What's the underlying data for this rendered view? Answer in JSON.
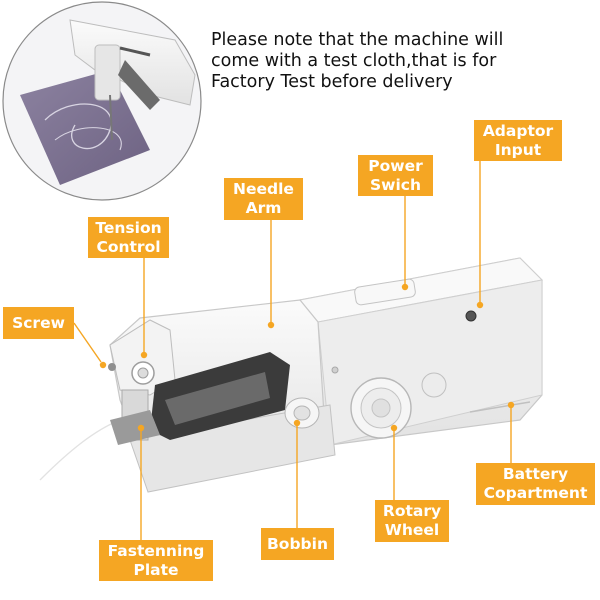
{
  "note": {
    "lines": [
      "Please note that the machine will",
      "come with a test cloth,that is for",
      "Factory Test before delivery"
    ]
  },
  "labels": {
    "screw": [
      "Screw"
    ],
    "tension_control": [
      "Tension",
      "Control"
    ],
    "needle_arm": [
      "Needle",
      "Arm"
    ],
    "power_switch": [
      "Power",
      "Swich"
    ],
    "adaptor_input": [
      "Adaptor",
      "Input"
    ],
    "fastening_plate": [
      "Fastenning",
      "Plate"
    ],
    "bobbin": [
      "Bobbin"
    ],
    "rotary_wheel": [
      "Rotary",
      "Wheel"
    ],
    "battery_compartment": [
      "Battery",
      "Copartment"
    ]
  },
  "colors": {
    "label_bg": "#f5a623",
    "leader_line": "#f5a623",
    "machine_body": "#f2f2f2",
    "machine_edge": "#c8c8c8",
    "cloth": "#7f7394"
  }
}
